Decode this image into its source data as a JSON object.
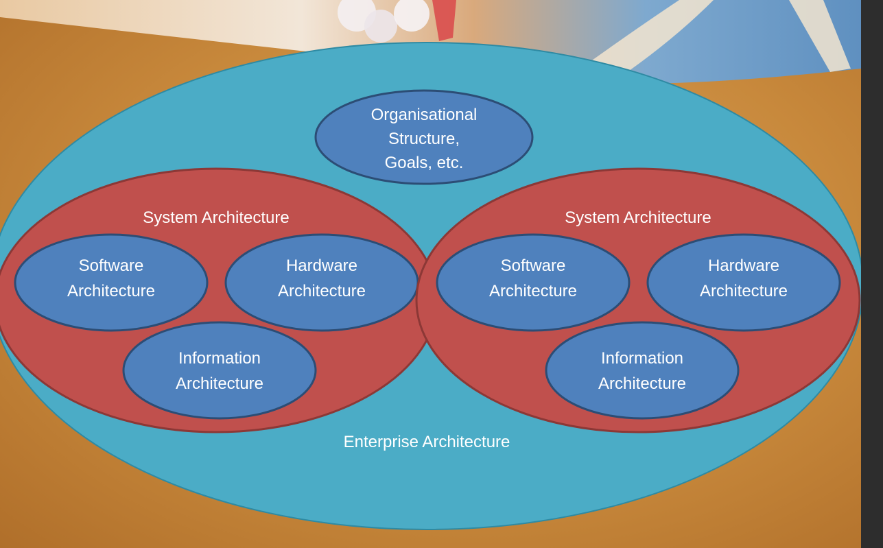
{
  "diagram": {
    "outer_label": "Enterprise Architecture",
    "org": {
      "line1": "Organisational",
      "line2": "Structure,",
      "line3": "Goals, etc."
    },
    "systems": [
      {
        "title": "System Architecture",
        "software": {
          "line1": "Software",
          "line2": "Architecture"
        },
        "hardware": {
          "line1": "Hardware",
          "line2": "Architecture"
        },
        "information": {
          "line1": "Information",
          "line2": "Architecture"
        }
      },
      {
        "title": "System Architecture",
        "software": {
          "line1": "Software",
          "line2": "Architecture"
        },
        "hardware": {
          "line1": "Hardware",
          "line2": "Architecture"
        },
        "information": {
          "line1": "Information",
          "line2": "Architecture"
        }
      }
    ]
  },
  "colors": {
    "enterprise_fill": "#4bacc6",
    "system_fill": "#c0504d",
    "component_fill": "#4f81bd",
    "component_stroke": "#2c4d75",
    "system_stroke": "#8c3836"
  },
  "decor": {
    "header_image": "pearls-and-starfish-photo-band"
  }
}
